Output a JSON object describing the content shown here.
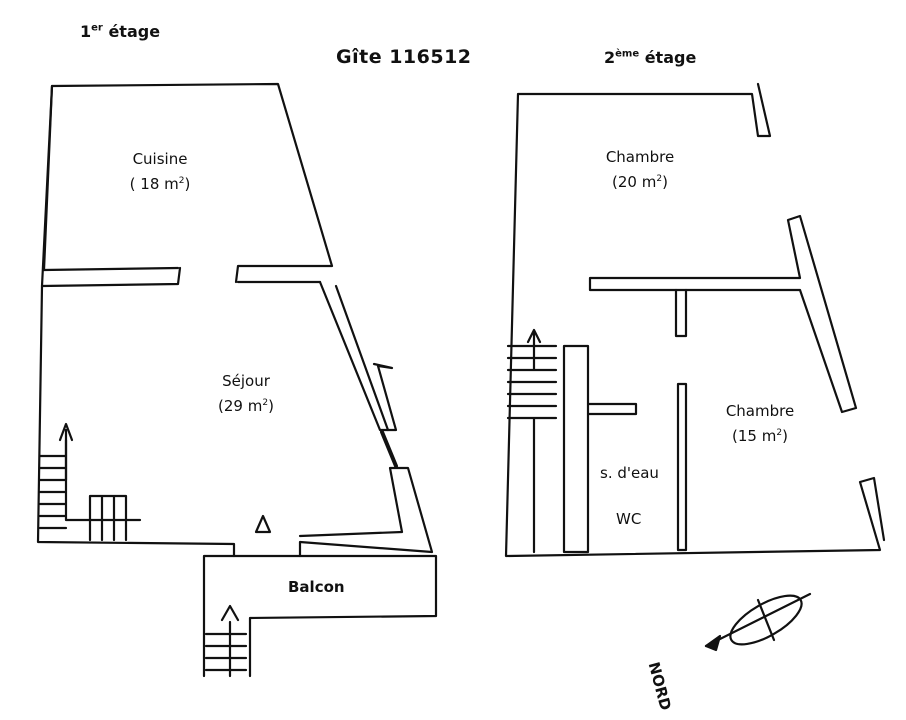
{
  "title": "Gîte 116512",
  "floors": {
    "first": {
      "num": "1",
      "sup": "er",
      "word": "étage"
    },
    "second": {
      "num": "2",
      "sup": "ème",
      "word": "étage"
    }
  },
  "rooms": {
    "cuisine": {
      "name": "Cuisine",
      "area_pre": "( 18 m",
      "area_sup": "2",
      "area_post": ")"
    },
    "sejour": {
      "name": "Séjour",
      "area_pre": "(29 m",
      "area_sup": "2",
      "area_post": ")"
    },
    "balcon": {
      "name": "Balcon"
    },
    "chambre1": {
      "name": "Chambre",
      "area_pre": "(20 m",
      "area_sup": "2",
      "area_post": ")"
    },
    "chambre2": {
      "name": "Chambre",
      "area_pre": "(15 m",
      "area_sup": "2",
      "area_post": ")"
    },
    "sdeau": {
      "name": "s. d'eau"
    },
    "wc": {
      "name": "WC"
    }
  },
  "compass": {
    "label": "NORD"
  },
  "colors": {
    "ink": "#111111",
    "background": "#ffffff"
  }
}
